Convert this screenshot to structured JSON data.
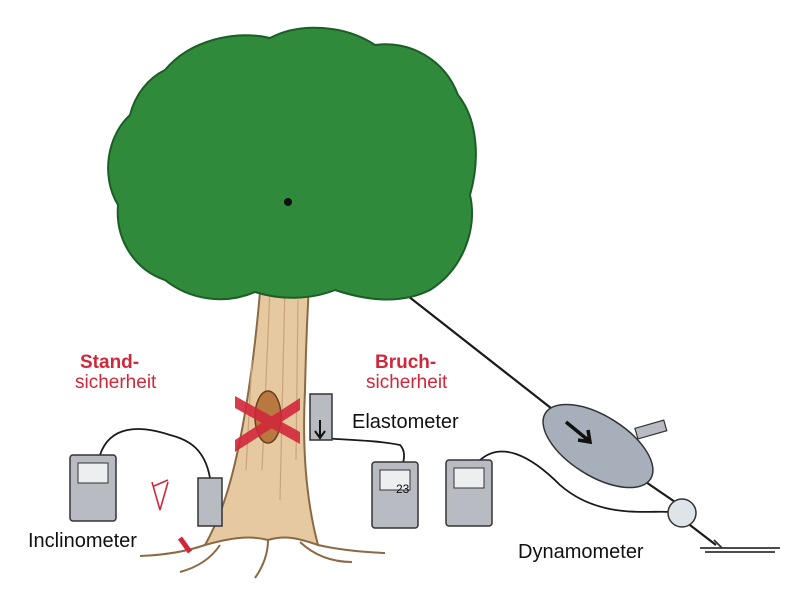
{
  "labels": {
    "stand_bold": "Stand-",
    "stand_rest": "sicherheit",
    "bruch_bold": "Bruch-",
    "bruch_rest": "sicherheit",
    "elastometer": "Elastometer",
    "inclinometer": "Inclinometer",
    "dynamometer": "Dynamometer",
    "device_reading": "23"
  },
  "colors": {
    "accent_red": "#d0283a",
    "canopy": "#2f8a3c",
    "trunk": "#e6c9a0",
    "device_body": "#b8bcc2",
    "device_screen": "#eceef0",
    "ellipse": "#a7b0ba",
    "cable": "#1a1a1a"
  }
}
